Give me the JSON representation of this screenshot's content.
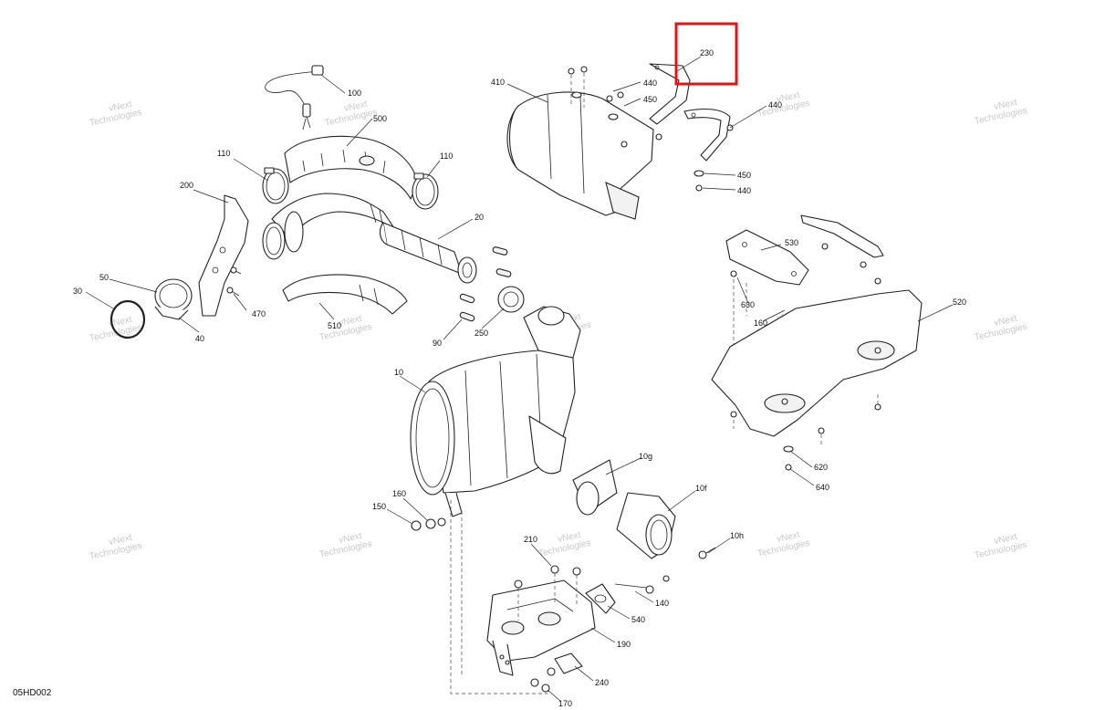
{
  "diagram": {
    "code": "05HD002",
    "watermark_line1": "vNext",
    "watermark_line2": "Technologies",
    "highlight_color": "#e01515",
    "callouts": [
      {
        "id": "c100",
        "text": "100"
      },
      {
        "id": "c500",
        "text": "500"
      },
      {
        "id": "c110a",
        "text": "110"
      },
      {
        "id": "c110b",
        "text": "110"
      },
      {
        "id": "c200",
        "text": "200"
      },
      {
        "id": "c20",
        "text": "20"
      },
      {
        "id": "c50",
        "text": "50"
      },
      {
        "id": "c30",
        "text": "30"
      },
      {
        "id": "c40",
        "text": "40"
      },
      {
        "id": "c470",
        "text": "470"
      },
      {
        "id": "c510",
        "text": "510"
      },
      {
        "id": "c90",
        "text": "90"
      },
      {
        "id": "c250",
        "text": "250"
      },
      {
        "id": "c410",
        "text": "410"
      },
      {
        "id": "c440a",
        "text": "440"
      },
      {
        "id": "c450a",
        "text": "450"
      },
      {
        "id": "c230",
        "text": "230"
      },
      {
        "id": "c440b",
        "text": "440"
      },
      {
        "id": "c450b",
        "text": "450"
      },
      {
        "id": "c440c",
        "text": "440"
      },
      {
        "id": "c530",
        "text": "530"
      },
      {
        "id": "c630",
        "text": "630"
      },
      {
        "id": "c520",
        "text": "520"
      },
      {
        "id": "c160a",
        "text": "160"
      },
      {
        "id": "c620",
        "text": "620"
      },
      {
        "id": "c640",
        "text": "640"
      },
      {
        "id": "c10",
        "text": "10"
      },
      {
        "id": "c10g",
        "text": "10g"
      },
      {
        "id": "c10f",
        "text": "10f"
      },
      {
        "id": "c10h",
        "text": "10h"
      },
      {
        "id": "c150",
        "text": "150"
      },
      {
        "id": "c160b",
        "text": "160"
      },
      {
        "id": "c210",
        "text": "210"
      },
      {
        "id": "c140",
        "text": "140"
      },
      {
        "id": "c540",
        "text": "540"
      },
      {
        "id": "c190",
        "text": "190"
      },
      {
        "id": "c240",
        "text": "240"
      },
      {
        "id": "c170",
        "text": "170"
      }
    ]
  }
}
